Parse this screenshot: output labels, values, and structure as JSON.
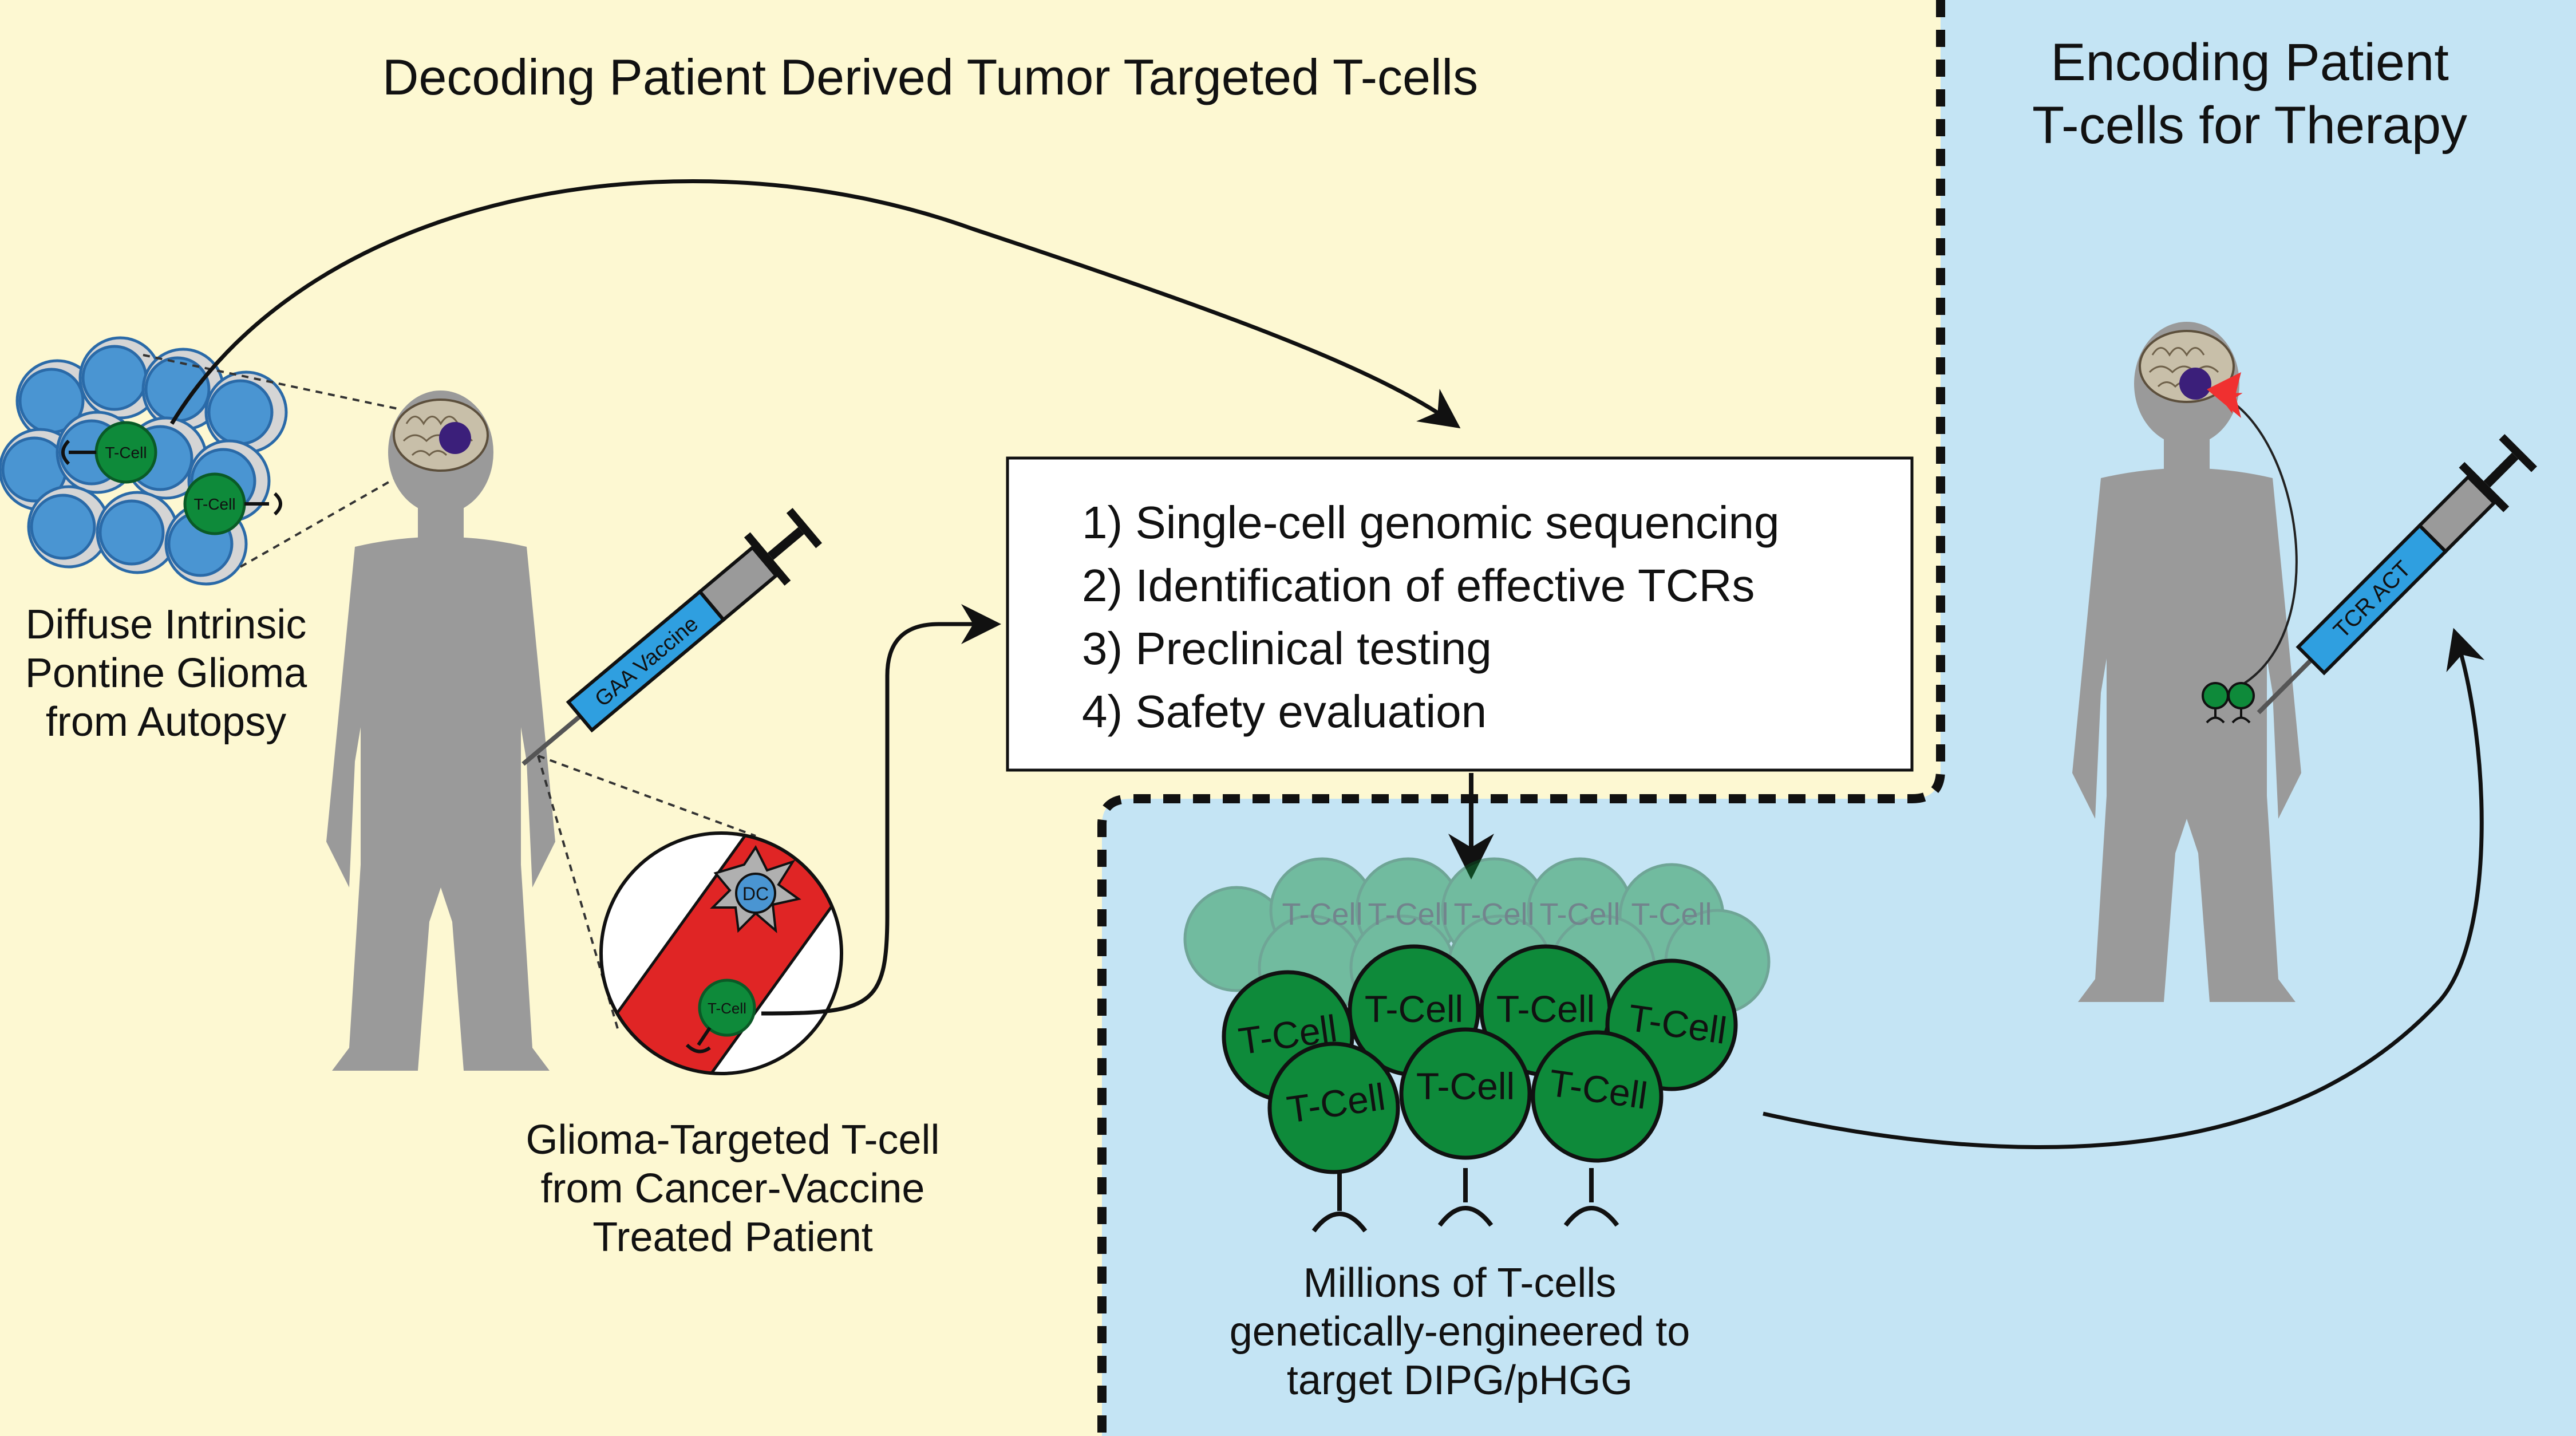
{
  "titles": {
    "decoding": "Decoding Patient Derived Tumor Targeted T-cells",
    "encoding_line1": "Encoding Patient",
    "encoding_line2": "T-cells for Therapy"
  },
  "labels": {
    "dipg_line1": "Diffuse Intrinsic",
    "dipg_line2": "Pontine Glioma",
    "dipg_line3": "from Autopsy",
    "glioma_line1": "Glioma-Targeted T-cell",
    "glioma_line2": "from Cancer-Vaccine",
    "glioma_line3": "Treated Patient",
    "millions_line1": "Millions of T-cells",
    "millions_line2": "genetically-engineered to",
    "millions_line3": "target DIPG/pHGG",
    "tcell": "T-Cell",
    "tcell_small": "T-Cell",
    "dc": "DC",
    "gaa_vaccine": "GAA Vaccine",
    "tcr_act": "TCR ACT"
  },
  "steps": [
    "1) Single-cell genomic sequencing",
    "2) Identification of effective TCRs",
    "3) Preclinical testing",
    "4) Safety evaluation"
  ],
  "colors": {
    "yellow_bg": "#fdf8d2",
    "blue_bg": "#c4e4f4",
    "tcell_green": "#0e8a3a",
    "tumor_blue": "#4a95d2",
    "tumor_gray": "#d5d5d5",
    "silhouette": "#9a9a9a",
    "vessel_red": "#e02525",
    "syringe_blue": "#2f9fe0",
    "tumor_purple": "#3b1f7a",
    "arrow_red": "#f03030"
  },
  "icons": [
    "brain-icon",
    "syringe-icon",
    "dendritic-cell-icon",
    "tcell-icon",
    "tcr-receptor-icon"
  ]
}
